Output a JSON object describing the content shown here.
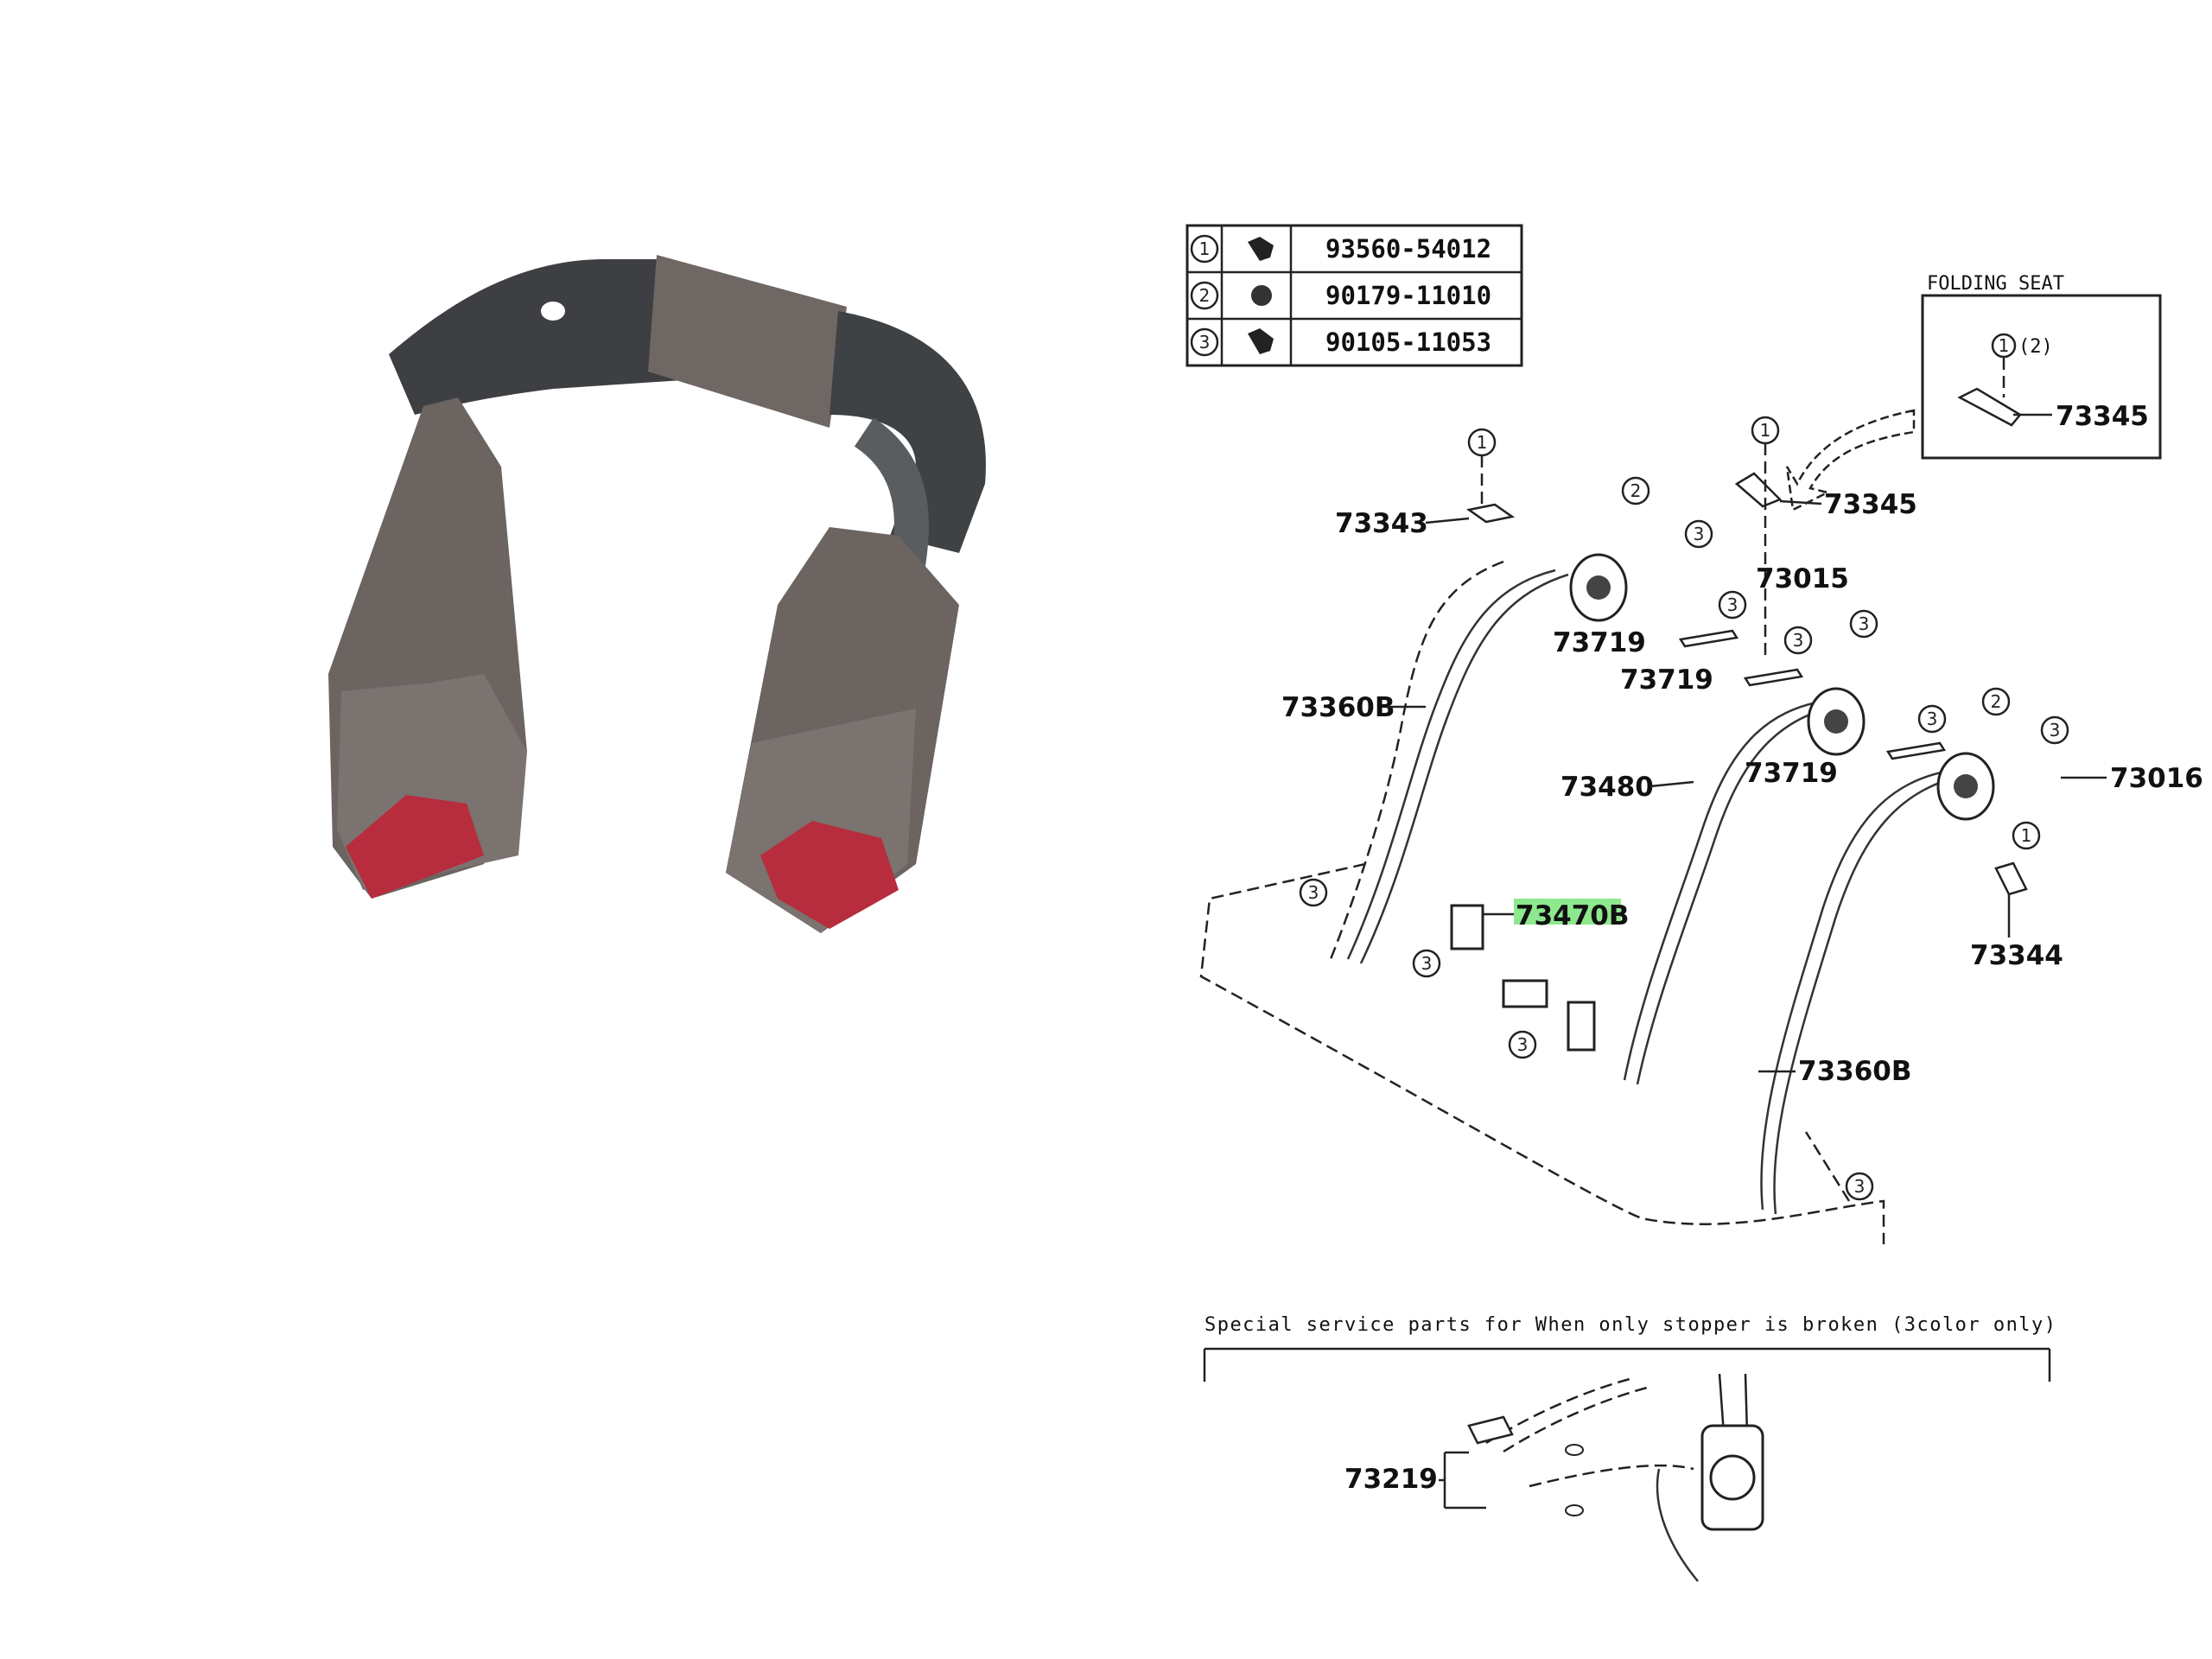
{
  "fastener_table": [
    {
      "ref": "1",
      "part_number": "93560-54012"
    },
    {
      "ref": "2",
      "part_number": "90179-11010"
    },
    {
      "ref": "3",
      "part_number": "90105-11053"
    }
  ],
  "inset": {
    "title": "FOLDING SEAT",
    "ref": "1",
    "qty": "(2)",
    "part": "73345"
  },
  "labels": {
    "p73343": "73343",
    "p73345": "73345",
    "p73015": "73015",
    "p73719a": "73719",
    "p73719b": "73719",
    "p73719c": "73719",
    "p73360b_left": "73360B",
    "p73480": "73480",
    "p73016": "73016",
    "p73470b": "73470B",
    "p73344": "73344",
    "p73360b_right": "73360B",
    "p73219": "73219"
  },
  "highlight_color": "#8ee88e",
  "service_note": "Special service parts for When only stopper is broken (3color only)",
  "callouts": [
    "1",
    "2",
    "3"
  ]
}
